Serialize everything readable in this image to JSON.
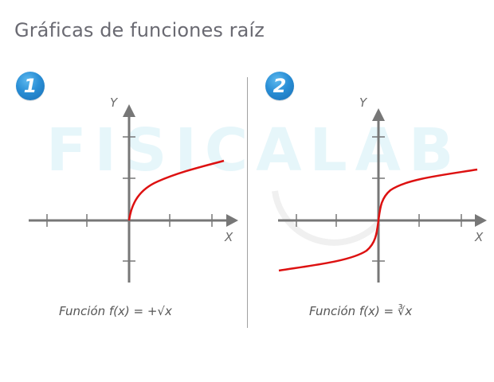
{
  "header": {
    "title": "Gráficas de funciones raíz"
  },
  "watermark": {
    "text": "FISICALAB"
  },
  "panels": [
    {
      "number": "1",
      "caption": "Función f(x) = +√x",
      "x_axis_label": "X",
      "y_axis_label": "Y"
    },
    {
      "number": "2",
      "caption": "Función f(x) = ∛x",
      "x_axis_label": "X",
      "y_axis_label": "Y"
    }
  ],
  "colors": {
    "curve": "#dd1111",
    "axis": "#777777",
    "badge": "#2a8fd6",
    "title": "#6a6a72"
  },
  "chart_data": [
    {
      "type": "line",
      "title": "Función f(x) = +√x",
      "xlabel": "X",
      "ylabel": "Y",
      "x_ticks": [
        -3,
        -2,
        1,
        2
      ],
      "y_ticks": [
        -1,
        1,
        2
      ],
      "xlim": [
        -3.4,
        2.6
      ],
      "ylim": [
        -1.5,
        2.8
      ],
      "grid": false,
      "series": [
        {
          "name": "f(x)=√x",
          "x": [
            0,
            0.05,
            0.2,
            0.5,
            1,
            1.5,
            2,
            2.4
          ],
          "y": [
            0,
            0.22,
            0.45,
            0.71,
            1.0,
            1.22,
            1.41,
            1.55
          ]
        }
      ]
    },
    {
      "type": "line",
      "title": "Función f(x) = ∛x",
      "xlabel": "X",
      "ylabel": "Y",
      "x_ticks": [
        -3,
        -2,
        1,
        2
      ],
      "y_ticks": [
        -1,
        1,
        2
      ],
      "xlim": [
        -3.4,
        2.6
      ],
      "ylim": [
        -1.5,
        2.6
      ],
      "grid": false,
      "series": [
        {
          "name": "f(x)=∛x",
          "x": [
            -2.5,
            -1.5,
            -0.5,
            -0.05,
            0,
            0.05,
            0.5,
            1.5,
            2.5
          ],
          "y": [
            -1.36,
            -1.14,
            -0.79,
            -0.37,
            0,
            0.37,
            0.79,
            1.14,
            1.36
          ]
        }
      ]
    }
  ]
}
